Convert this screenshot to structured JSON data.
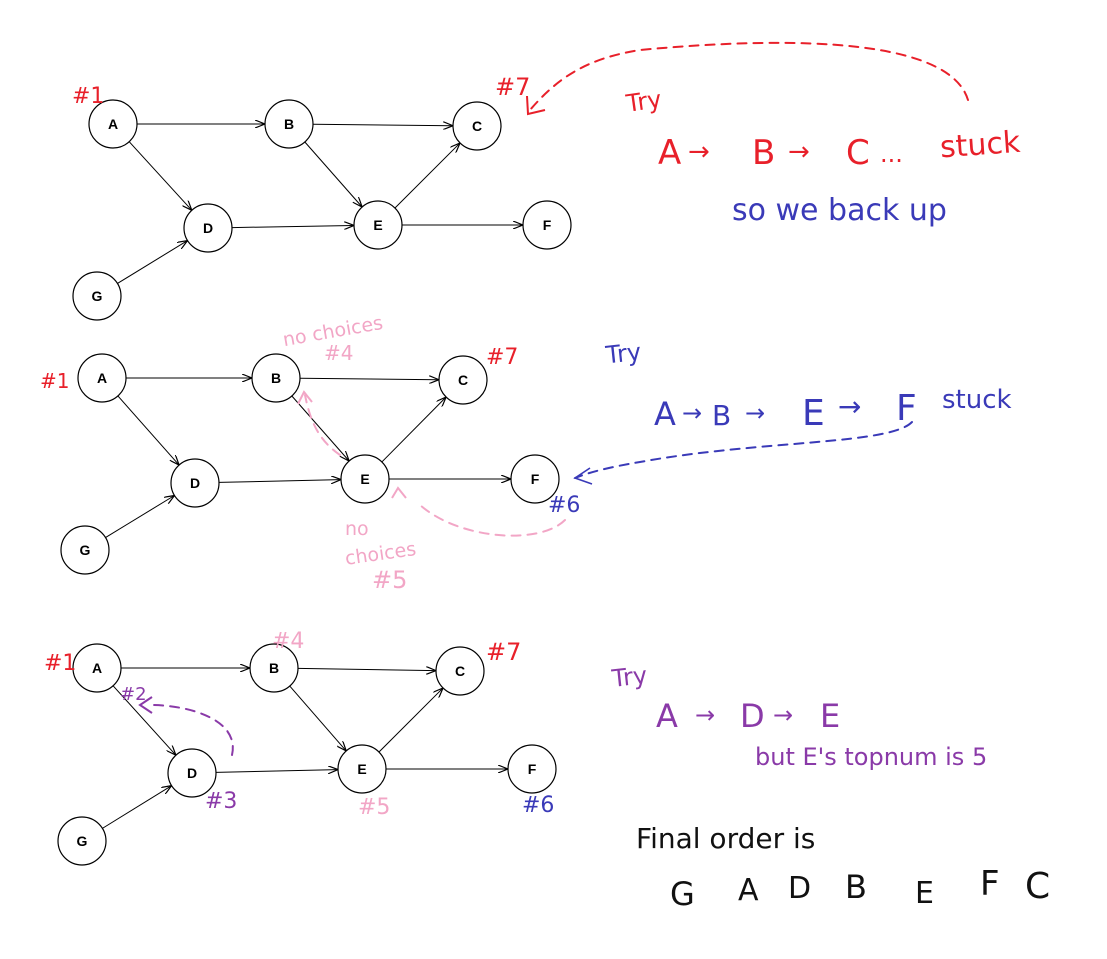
{
  "colors": {
    "red": "#e8202a",
    "blue": "#3a3ab8",
    "pink": "#f2a6c6",
    "purple": "#8a3aa8",
    "black": "#111111"
  },
  "graph": {
    "nodes": [
      "A",
      "B",
      "C",
      "D",
      "E",
      "F",
      "G"
    ],
    "edges": [
      [
        "A",
        "B"
      ],
      [
        "B",
        "C"
      ],
      [
        "A",
        "D"
      ],
      [
        "B",
        "E"
      ],
      [
        "D",
        "E"
      ],
      [
        "E",
        "C"
      ],
      [
        "E",
        "F"
      ],
      [
        "G",
        "D"
      ]
    ]
  },
  "panel1": {
    "try_label": "Try",
    "path_a": "A",
    "path_b": "B",
    "path_c": "C",
    "ellipsis": "...",
    "stuck": "stuck",
    "backup": "so we back up",
    "num_a": "#1",
    "num_c": "#7"
  },
  "panel2": {
    "try_label": "Try",
    "path_a": "A",
    "path_b": "B",
    "path_e": "E",
    "path_f": "F",
    "stuck": "stuck",
    "num_a": "#1",
    "num_c": "#7",
    "num_f": "#6",
    "no_choices_b_1": "no choices",
    "no_choices_b_2": "#4",
    "no_choices_e_1": "no",
    "no_choices_e_2": "choices",
    "no_choices_e_3": "#5"
  },
  "panel3": {
    "try_label": "Try",
    "path_a": "A",
    "path_d": "D",
    "path_e": "E",
    "but_note": "but E's topnum is 5",
    "num_a": "#1",
    "num_a2": "#2",
    "num_b": "#4",
    "num_c": "#7",
    "num_d": "#3",
    "num_e": "#5",
    "num_f": "#6"
  },
  "final": {
    "label": "Final order is",
    "order": [
      "G",
      "A",
      "D",
      "B",
      "E",
      "F",
      "C"
    ]
  }
}
